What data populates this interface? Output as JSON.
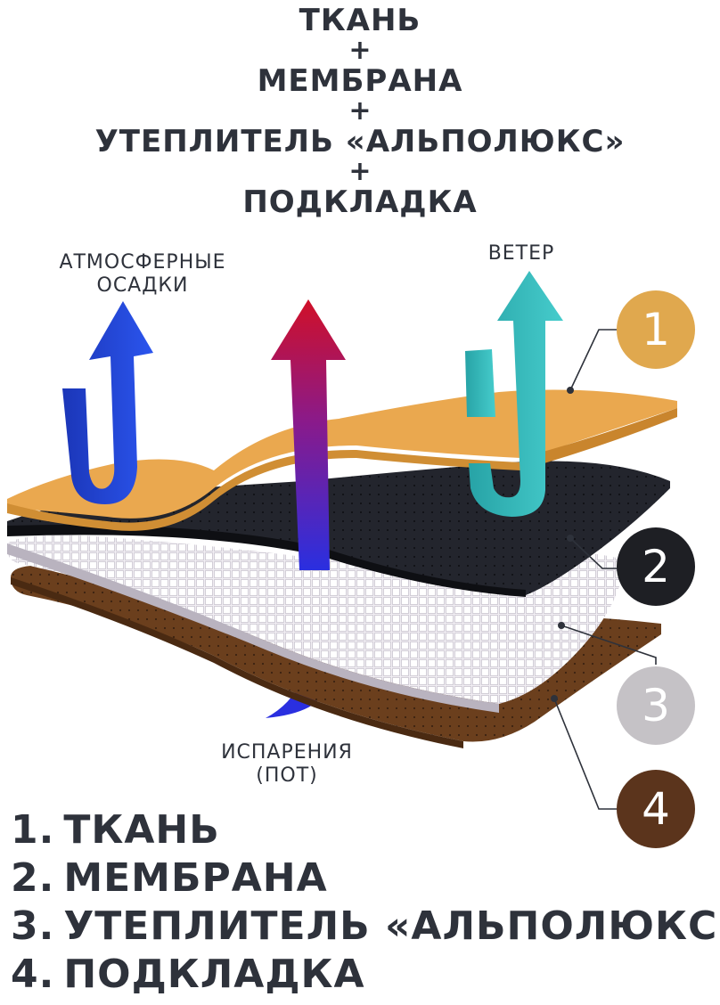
{
  "heading": {
    "line1": "ТКАНЬ",
    "line2": "МЕМБРАНА",
    "line3": "УТЕПЛИТЕЛЬ «АЛЬПОЛЮКС»",
    "line4": "ПОДКЛАДКА",
    "plus": "+"
  },
  "labels": {
    "precipitation_line1": "АТМОСФЕРНЫЕ",
    "precipitation_line2": "ОСАДКИ",
    "wind": "ВЕТЕР",
    "evaporation_line1": "ИСПАРЕНИЯ",
    "evaporation_line2": "(ПОТ)"
  },
  "badges": [
    {
      "number": "1",
      "color": "#e0a84e"
    },
    {
      "number": "2",
      "color": "#1e1f24"
    },
    {
      "number": "3",
      "color": "#c5c2c6"
    },
    {
      "number": "4",
      "color": "#5b341c"
    }
  ],
  "legend": [
    {
      "number": "1.",
      "text": "ТКАНЬ"
    },
    {
      "number": "2.",
      "text": "МЕМБРАНА"
    },
    {
      "number": "3.",
      "text": "УТЕПЛИТЕЛЬ «АЛЬПОЛЮКС»"
    },
    {
      "number": "4.",
      "text": "ПОДКЛАДКА"
    }
  ],
  "colors": {
    "fabric": "#e9a94e",
    "membrane": "#1e2028",
    "insulation": "#ebe7ee",
    "lining": "#6b3f1d",
    "arrow_precipitation": "#1f3fd1",
    "arrow_sweat": "#c8102e",
    "arrow_wind": "#2fb3b3",
    "text": "#2e323b"
  }
}
